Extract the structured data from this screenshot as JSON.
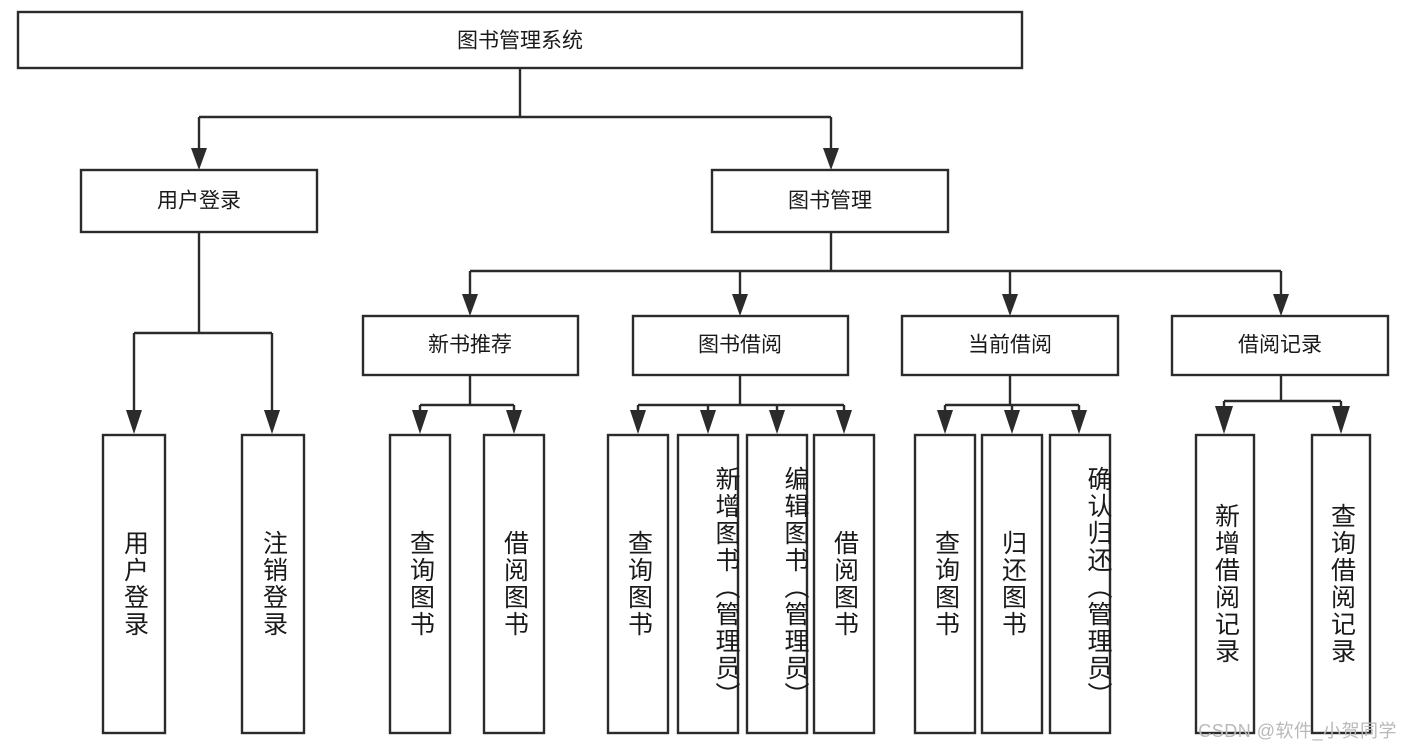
{
  "diagram": {
    "title": "图书管理系统",
    "watermark": "CSDN @软件_小贺同学",
    "root": {
      "label": "图书管理系统"
    },
    "level2": [
      {
        "label": "用户登录"
      },
      {
        "label": "图书管理"
      }
    ],
    "level3": [
      {
        "label": "新书推荐"
      },
      {
        "label": "图书借阅"
      },
      {
        "label": "当前借阅"
      },
      {
        "label": "借阅记录"
      }
    ],
    "leaves": {
      "user_login": [
        {
          "label": "用户登录"
        },
        {
          "label": "注销登录"
        }
      ],
      "new_book_recommend": [
        {
          "label": "查询图书"
        },
        {
          "label": "借阅图书"
        }
      ],
      "book_borrow": [
        {
          "label": "查询图书"
        },
        {
          "label": "新增图书（管理员）"
        },
        {
          "label": "编辑图书（管理员）"
        },
        {
          "label": "借阅图书"
        }
      ],
      "current_borrow": [
        {
          "label": "查询图书"
        },
        {
          "label": "归还图书"
        },
        {
          "label": "确认归还（管理员）"
        }
      ],
      "borrow_records": [
        {
          "label": "新增借阅记录"
        },
        {
          "label": "查询借阅记录"
        }
      ]
    }
  },
  "colors": {
    "stroke": "#2b2b2b",
    "box_fill": "#ffffff",
    "text": "#1a1a1a",
    "watermark": "#b9b9b9"
  }
}
